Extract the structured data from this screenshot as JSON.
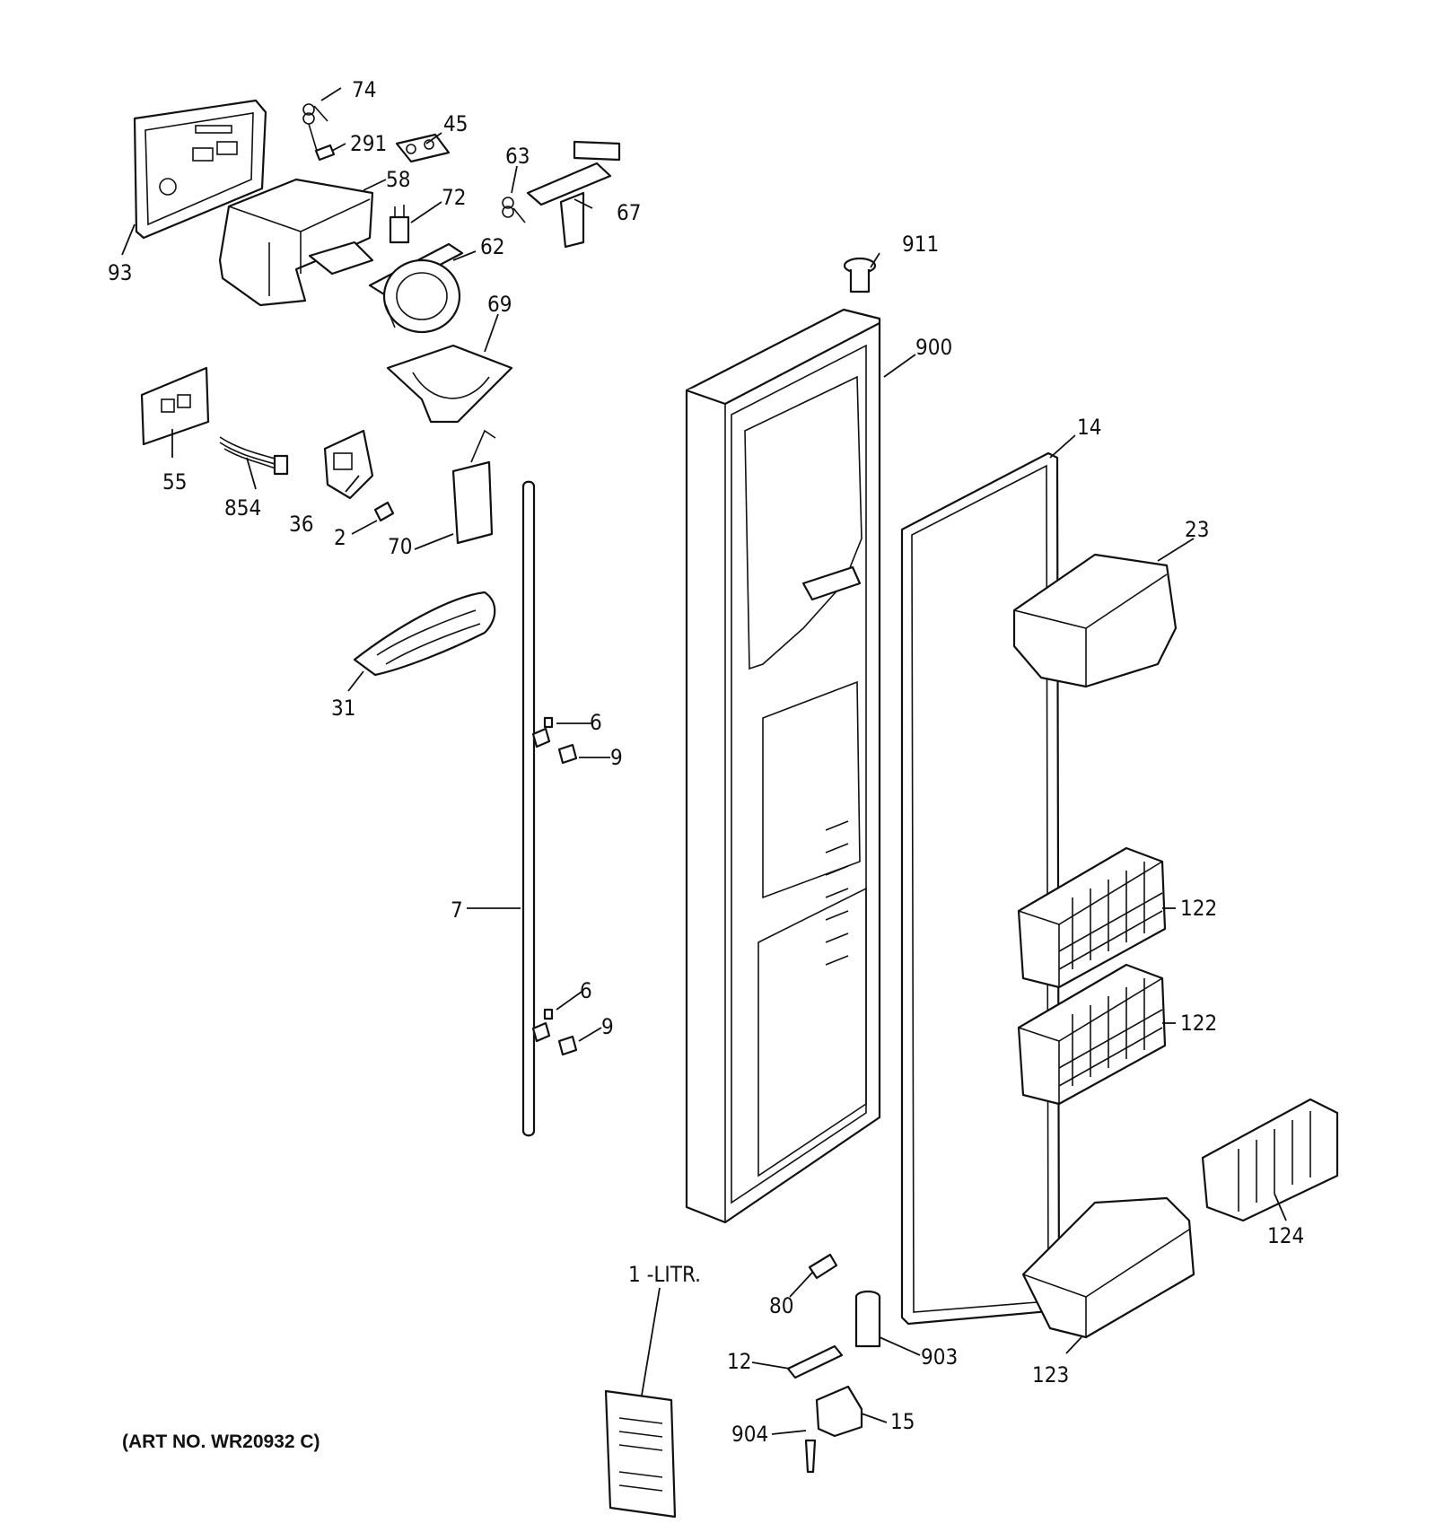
{
  "diagram": {
    "art_number": "(ART NO. WR20932 C)",
    "callouts": [
      {
        "id": "c74",
        "label": "74"
      },
      {
        "id": "c45",
        "label": "45"
      },
      {
        "id": "c291",
        "label": "291"
      },
      {
        "id": "c58",
        "label": "58"
      },
      {
        "id": "c63",
        "label": "63"
      },
      {
        "id": "c72",
        "label": "72"
      },
      {
        "id": "c67",
        "label": "67"
      },
      {
        "id": "c93",
        "label": "93"
      },
      {
        "id": "c62",
        "label": "62"
      },
      {
        "id": "c911",
        "label": "911"
      },
      {
        "id": "c69",
        "label": "69"
      },
      {
        "id": "c900",
        "label": "900"
      },
      {
        "id": "c14",
        "label": "14"
      },
      {
        "id": "c55",
        "label": "55"
      },
      {
        "id": "c854",
        "label": "854"
      },
      {
        "id": "c36",
        "label": "36"
      },
      {
        "id": "c2",
        "label": "2"
      },
      {
        "id": "c70",
        "label": "70"
      },
      {
        "id": "c23",
        "label": "23"
      },
      {
        "id": "c31",
        "label": "31"
      },
      {
        "id": "c6a",
        "label": "6"
      },
      {
        "id": "c9a",
        "label": "9"
      },
      {
        "id": "c7",
        "label": "7"
      },
      {
        "id": "c122a",
        "label": "122"
      },
      {
        "id": "c6b",
        "label": "6"
      },
      {
        "id": "c9b",
        "label": "9"
      },
      {
        "id": "c122b",
        "label": "122"
      },
      {
        "id": "c124",
        "label": "124"
      },
      {
        "id": "c1litr",
        "label": "1 -LITR."
      },
      {
        "id": "c80",
        "label": "80"
      },
      {
        "id": "c903",
        "label": "903"
      },
      {
        "id": "c12",
        "label": "12"
      },
      {
        "id": "c123",
        "label": "123"
      },
      {
        "id": "c904",
        "label": "904"
      },
      {
        "id": "c15",
        "label": "15"
      }
    ]
  }
}
